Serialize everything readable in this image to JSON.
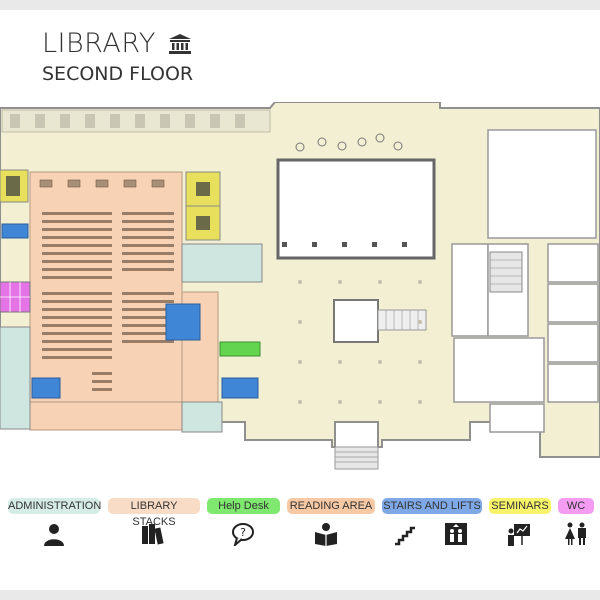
{
  "header": {
    "title": "LIBRARY",
    "subtitle": "SECOND FLOOR",
    "title_icon": "library-building-icon"
  },
  "legend": {
    "items": [
      {
        "label": "ADMINISTRATION",
        "color": "#d6ece6",
        "icon": "person-icon"
      },
      {
        "label": "LIBRARY STACKS",
        "color": "#f9dcc6",
        "icon": "books-icon"
      },
      {
        "label": "Help Desk",
        "color": "#7ee86f",
        "icon": "speech-bubble-question-icon"
      },
      {
        "label": "READING AREA",
        "color": "#f7c9a4",
        "icon": "reader-book-icon"
      },
      {
        "label": "STAIRS AND LIFTS",
        "color": "#7fa8e6",
        "icons": [
          "stairs-icon",
          "elevator-icon"
        ]
      },
      {
        "label": "SEMINARS",
        "color": "#f7f36a",
        "icon": "presentation-board-icon"
      },
      {
        "label": "WC",
        "color": "#f39cf2",
        "icon": "restroom-icon"
      }
    ]
  },
  "colors": {
    "floor": "#f3efd2",
    "wall": "#8f8f8f",
    "admin": "#cfe6e0",
    "stacks": "#f7d2b5",
    "stairs": "#3f86d6",
    "seminar": "#e8e05c",
    "wc": "#e474e6",
    "help": "#63d44f"
  }
}
